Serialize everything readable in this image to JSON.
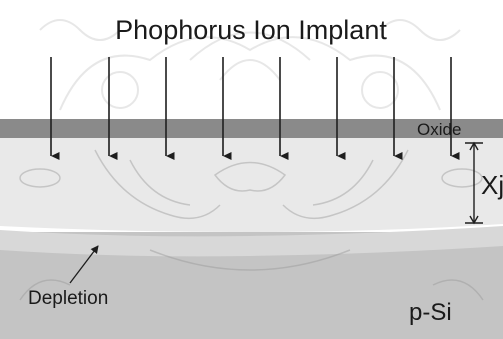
{
  "title": "Phophorus Ion Implant",
  "layers": {
    "oxide": "Oxide",
    "junction_depth": "Xj",
    "depletion": "Depletion",
    "substrate": "p-Si"
  },
  "implant_arrows": 8,
  "colors": {
    "oxide": "#8a8a8a",
    "n_region": "#e9e9e9",
    "substrate": "#c4c4c4",
    "depletion": "#d8d8d8",
    "arrow": "#1e1e1e",
    "watermark": "#bdbdbd"
  }
}
